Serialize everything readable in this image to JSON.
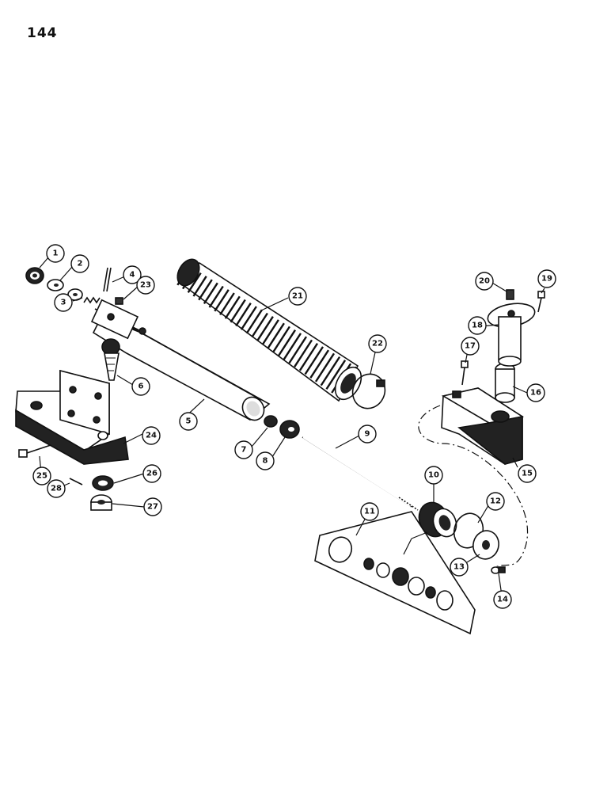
{
  "page_number": "144",
  "callouts": [
    {
      "label": "1"
    },
    {
      "label": "2"
    },
    {
      "label": "3"
    },
    {
      "label": "4"
    },
    {
      "label": "5"
    },
    {
      "label": "6"
    },
    {
      "label": "7"
    },
    {
      "label": "8"
    },
    {
      "label": "9"
    },
    {
      "label": "10"
    },
    {
      "label": "11"
    },
    {
      "label": "12"
    },
    {
      "label": "13"
    },
    {
      "label": "14"
    },
    {
      "label": "15"
    },
    {
      "label": "16"
    },
    {
      "label": "17"
    },
    {
      "label": "18"
    },
    {
      "label": "19"
    },
    {
      "label": "20"
    },
    {
      "label": "21"
    },
    {
      "label": "22"
    },
    {
      "label": "23"
    },
    {
      "label": "24"
    },
    {
      "label": "25"
    },
    {
      "label": "26"
    },
    {
      "label": "27"
    },
    {
      "label": "28"
    }
  ]
}
